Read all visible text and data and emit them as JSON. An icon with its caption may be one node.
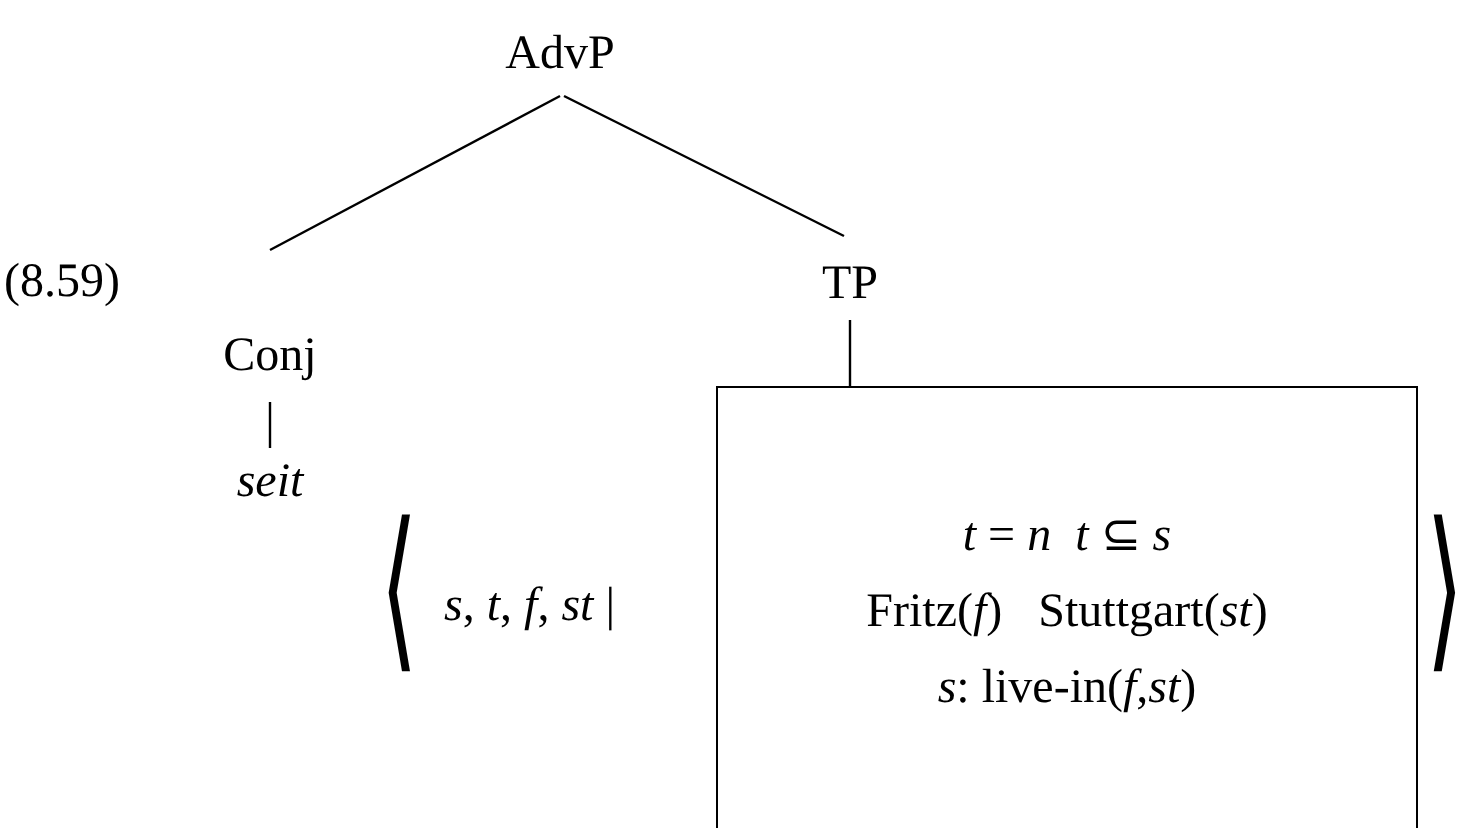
{
  "diagram": {
    "nodes": [
      {
        "text": [
          "AdvP"
        ]
      },
      {
        "text": [
          "Conj"
        ]
      },
      {
        "text": [
          "seit"
        ]
      },
      {
        "text": [
          "TP"
        ]
      },
      {
        "text": [
          "*t* = *n*  *t* ⊆ *s*",
          "Fritz(*f*)   Stuttgart(*st*)",
          "*s*: live-in(*f*,*st*)"
        ]
      }
    ],
    "edges": [
      {
        "from": 0,
        "to": 1,
        "arrow": "none"
      },
      {
        "from": 0,
        "to": 3,
        "arrow": "none"
      },
      {
        "from": 1,
        "to": 2,
        "arrow": "none"
      },
      {
        "from": 3,
        "to": 4,
        "arrow": "none"
      }
    ],
    "labels": [
      "(8.59)",
      "⟨",
      "*s*, *t*, *f*, *st* |",
      "⟩"
    ]
  }
}
